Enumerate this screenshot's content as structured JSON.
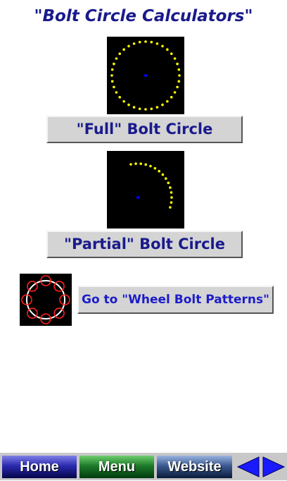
{
  "page": {
    "title": "\"Bolt Circle Calculators\""
  },
  "buttons": {
    "full_label": "\"Full\" Bolt Circle",
    "partial_label": "\"Partial\" Bolt Circle",
    "wheel_label": "Go to \"Wheel Bolt Patterns\""
  },
  "nav": {
    "home": "Home",
    "menu": "Menu",
    "website": "Website"
  },
  "icons": {
    "full_preview": "full-bolt-circle-icon",
    "partial_preview": "partial-bolt-circle-icon",
    "wheel_preview": "wheel-bolt-pattern-icon",
    "prev": "arrow-left-icon",
    "next": "arrow-right-icon"
  },
  "colors": {
    "title": "#1a1a8c",
    "bolt_dot": "#ffff00",
    "center_dot": "#0000ff",
    "arrows": "#1a1aff"
  }
}
